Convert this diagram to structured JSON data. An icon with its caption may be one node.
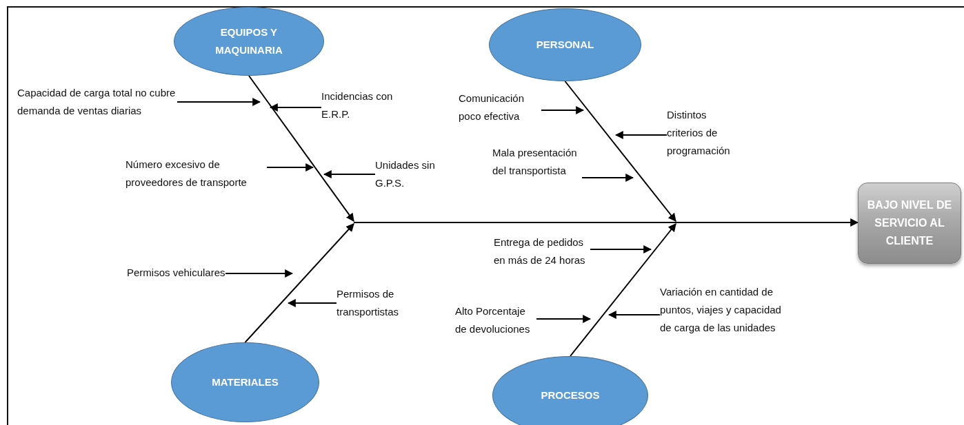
{
  "diagram": {
    "nodes": [
      {
        "text": [
          "EQUIPOS Y MAQUINARIA"
        ]
      },
      {
        "text": [
          "PERSONAL"
        ]
      },
      {
        "text": [
          "Capacidad de carga total no cubre demanda de ventas diarias"
        ]
      },
      {
        "text": [
          "Incidencias con E.R.P."
        ]
      },
      {
        "text": [
          "Comunicación poco efectiva"
        ]
      },
      {
        "text": [
          "Distintos criterios de programación"
        ]
      },
      {
        "text": [
          "Número excesivo de proveedores de transporte"
        ]
      },
      {
        "text": [
          "Unidades sin G.P.S."
        ]
      },
      {
        "text": [
          "Mala presentación del transportista"
        ]
      },
      {
        "text": [
          "BAJO NIVEL DE SERVICIO AL CLIENTE"
        ]
      },
      {
        "text": [
          "Entrega de pedidos en más de 24 horas"
        ]
      },
      {
        "text": [
          "Permisos vehiculares"
        ]
      },
      {
        "text": [
          "Permisos de transportistas"
        ]
      },
      {
        "text": [
          "Alto Porcentaje de devoluciones"
        ]
      },
      {
        "text": [
          "Variación en cantidad de puntos, viajes y capacidad de carga de las unidades"
        ]
      },
      {
        "text": [
          "MATERIALES"
        ]
      },
      {
        "text": [
          "PROCESOS"
        ]
      }
    ],
    "edges": [
      {
        "from": 0,
        "to": null,
        "arrow": "to"
      },
      {
        "from": 1,
        "to": null,
        "arrow": "to"
      },
      {
        "from": 15,
        "to": null,
        "arrow": "to"
      },
      {
        "from": 16,
        "to": null,
        "arrow": "to"
      },
      {
        "from": null,
        "to": 9,
        "arrow": "to"
      },
      {
        "from": 2,
        "to": null,
        "arrow": "to"
      },
      {
        "from": 3,
        "to": null,
        "arrow": "to"
      },
      {
        "from": 4,
        "to": null,
        "arrow": "to"
      },
      {
        "from": 5,
        "to": null,
        "arrow": "to"
      },
      {
        "from": 6,
        "to": null,
        "arrow": "to"
      },
      {
        "from": 7,
        "to": null,
        "arrow": "to"
      },
      {
        "from": 8,
        "to": null,
        "arrow": "to"
      },
      {
        "from": 10,
        "to": null,
        "arrow": "to"
      },
      {
        "from": 11,
        "to": null,
        "arrow": "to"
      },
      {
        "from": 12,
        "to": null,
        "arrow": "to"
      },
      {
        "from": 13,
        "to": null,
        "arrow": "to"
      },
      {
        "from": 14,
        "to": null,
        "arrow": "to"
      }
    ]
  }
}
